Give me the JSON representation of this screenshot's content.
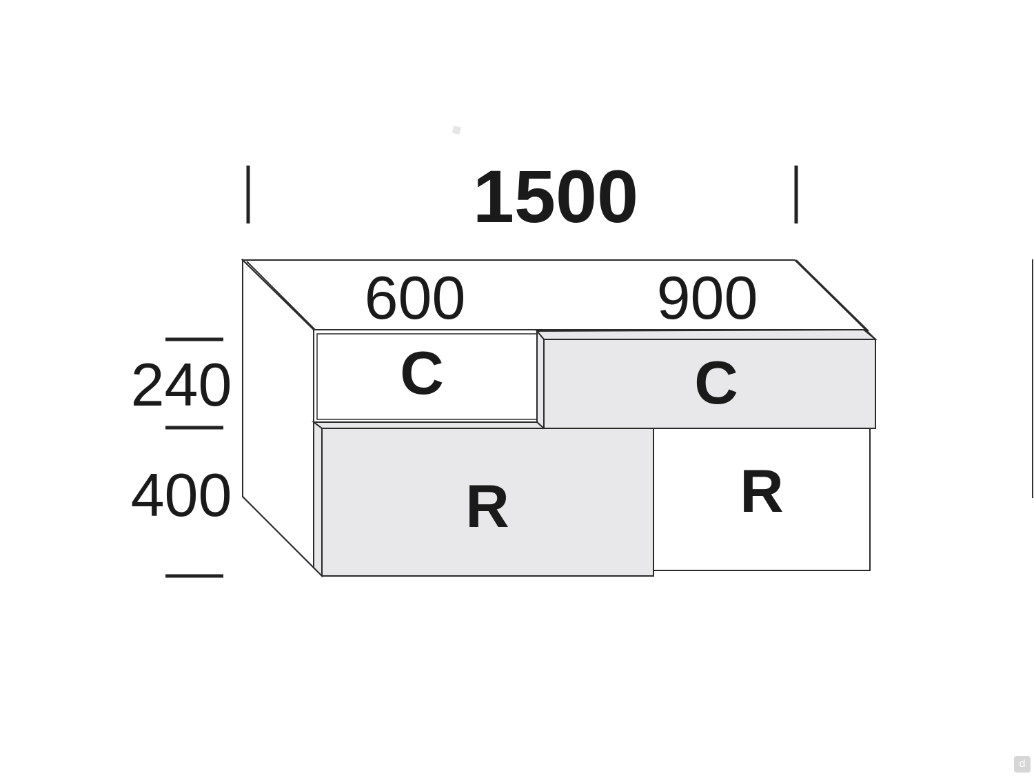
{
  "dimensions": {
    "total_width": "1500",
    "left_width": "600",
    "right_width": "900",
    "top_height": "240",
    "bottom_height": "400"
  },
  "modules": {
    "top_left": {
      "code": "C"
    },
    "top_right": {
      "code": "C"
    },
    "bottom_left": {
      "code": "R"
    },
    "bottom_right": {
      "code": "R"
    }
  },
  "corner_badge": {
    "glyph": "d"
  },
  "colors": {
    "panel_grey": "#e8e8ea",
    "panel_white": "#ffffff",
    "line": "#2a2a2a",
    "badge": "#d6d6d6"
  }
}
